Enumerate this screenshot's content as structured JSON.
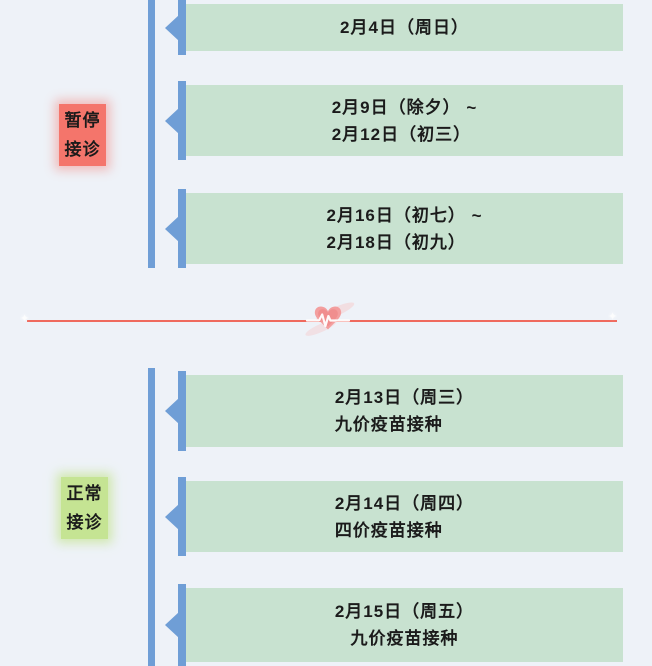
{
  "page": {
    "background": "#eef2f8",
    "timeline_color": "#6f9ed6",
    "card_color": "#c8e2d0",
    "text_color": "#1b1b1b"
  },
  "sections": [
    {
      "name": "suspended-service",
      "label": {
        "line1": "暂停",
        "line2": "接诊",
        "bg": "#f4756b"
      },
      "items": [
        {
          "line1": "2月4日（周日）",
          "line2": ""
        },
        {
          "line1": "2月9日（除夕） ~",
          "line2": "2月12日（初三）"
        },
        {
          "line1": "2月16日（初七） ~",
          "line2": "2月18日（初九）"
        }
      ]
    },
    {
      "name": "normal-service",
      "label": {
        "line1": "正常",
        "line2": "接诊",
        "bg": "#c5e493"
      },
      "items": [
        {
          "line1": "2月13日（周三）",
          "line2": "九价疫苗接种"
        },
        {
          "line1": "2月14日（周四）",
          "line2": "四价疫苗接种"
        },
        {
          "line1": "2月15日（周五）",
          "line2": "九价疫苗接种"
        }
      ]
    }
  ],
  "divider": {
    "line_color": "#ef6a5e",
    "icon": "heart-ekg",
    "sparkle": "✦"
  }
}
